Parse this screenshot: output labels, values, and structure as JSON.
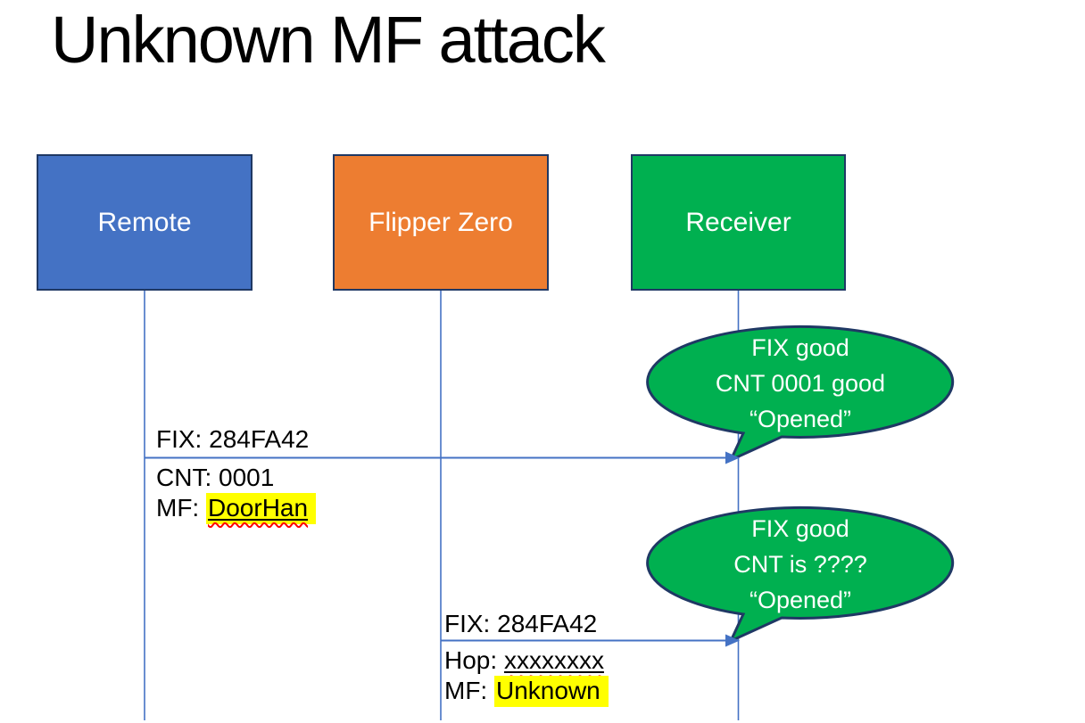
{
  "slide": {
    "title": "Unknown MF attack",
    "background": "#FFFFFF"
  },
  "actors": [
    {
      "label": "Remote",
      "fill": "#4472C4"
    },
    {
      "label": "Flipper Zero",
      "fill": "#ED7D31"
    },
    {
      "label": "Receiver",
      "fill": "#00B050"
    }
  ],
  "messages": [
    {
      "from": "Remote",
      "to": "Receiver",
      "above_line": "FIX: 284FA42",
      "below_line1": "CNT: 0001",
      "below_line2_prefix": "MF: ",
      "below_line2_value": "DoorHan",
      "below_line2_highlighted": true,
      "below_line2_misspelled": true
    },
    {
      "from": "Flipper Zero",
      "to": "Receiver",
      "above_line": "FIX: 284FA42",
      "below_line1_prefix": "Hop: ",
      "below_line1_value": "xxxxxxxx",
      "below_line1_misspelled": true,
      "below_line2_prefix": "MF: ",
      "below_line2_value": "Unknown",
      "below_line2_highlighted": true
    }
  ],
  "callouts": [
    {
      "attached_to": "Receiver",
      "line1": "FIX good",
      "line2": "CNT 0001 good",
      "line3": "“Opened”",
      "fill": "#00B050"
    },
    {
      "attached_to": "Receiver",
      "line1": "FIX good",
      "line2": "CNT is ????",
      "line3": "“Opened”",
      "fill": "#00B050"
    }
  ],
  "colors": {
    "box_border": "#1F3864",
    "connector": "#4472C4",
    "highlight": "#FFFF00",
    "squiggle": "#FF0000",
    "text_on_fill": "#FFFFFF",
    "label_text": "#000000"
  }
}
